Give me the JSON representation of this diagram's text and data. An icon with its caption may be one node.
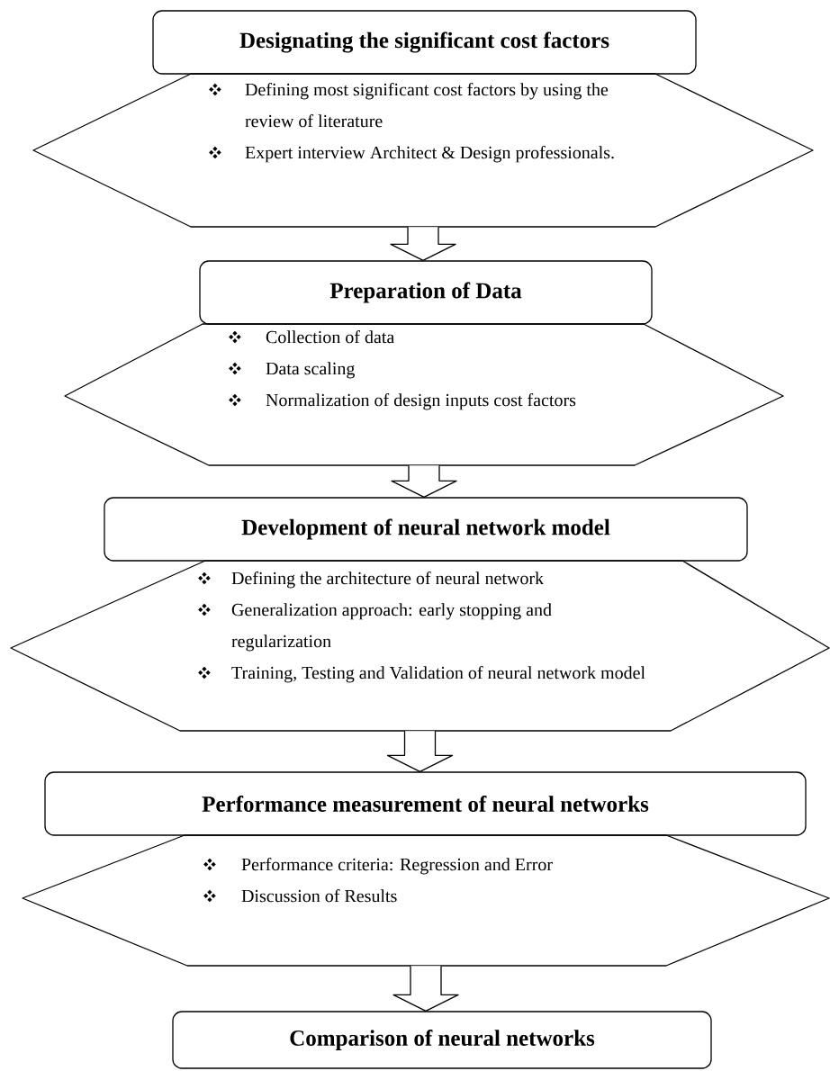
{
  "diagram": {
    "nodes": [
      {
        "text": [
          "Designating the significant cost factors"
        ]
      },
      {
        "text": [
          "Defining most significant cost factors by using the review of literature",
          "Expert interview Architect & Design professionals."
        ]
      },
      {
        "text": [
          "Preparation of Data"
        ]
      },
      {
        "text": [
          "Collection of data",
          "Data scaling",
          "Normalization of design inputs cost factors"
        ]
      },
      {
        "text": [
          "Development of neural network model"
        ]
      },
      {
        "text": [
          "Defining the architecture of neural network",
          "Generalization approach: early stopping and regularization",
          "Training, Testing and Validation of neural network model"
        ]
      },
      {
        "text": [
          "Performance measurement of neural networks"
        ]
      },
      {
        "text": [
          "Performance criteria: Regression and Error",
          "Discussion of Results"
        ]
      },
      {
        "text": [
          "Comparison of neural networks"
        ]
      }
    ],
    "edges": [
      {
        "from": 1,
        "to": 2,
        "arrow": "to"
      },
      {
        "from": 3,
        "to": 4,
        "arrow": "to"
      },
      {
        "from": 5,
        "to": 6,
        "arrow": "to"
      },
      {
        "from": 7,
        "to": 8,
        "arrow": "to"
      }
    ]
  }
}
